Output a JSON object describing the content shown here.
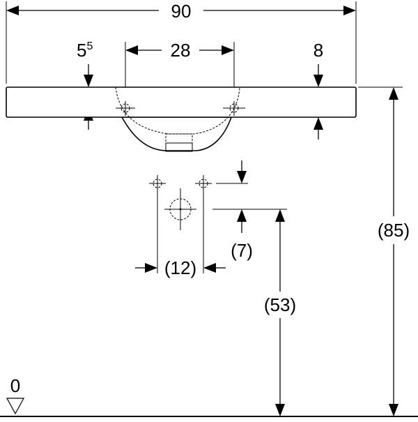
{
  "dimensions": {
    "overall_width": "90",
    "rim_offset_base": "5",
    "rim_offset_sup": "5",
    "tap_hole_spacing": "28",
    "rim_thickness": "8",
    "waste_spacing": "(12)",
    "waste_offset": "(7)",
    "waste_height": "(53)",
    "overall_height": "(85)",
    "floor_level": "0"
  },
  "colors": {
    "line": "#000000",
    "background": "#ffffff"
  }
}
